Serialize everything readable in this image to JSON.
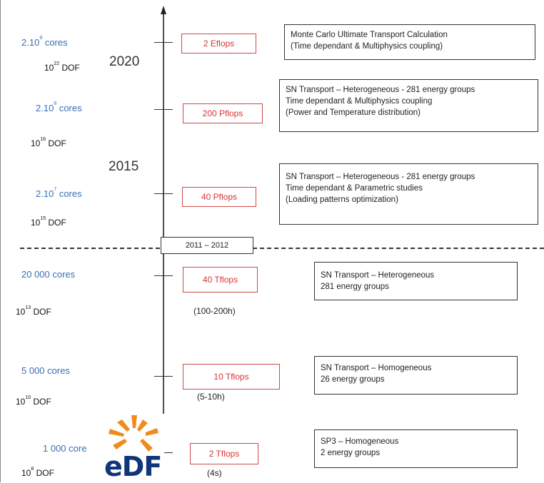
{
  "years": {
    "y2020": "2020",
    "y2015": "2015"
  },
  "period": "2011 – 2012",
  "rows": [
    {
      "cores_base": "2.10",
      "cores_exp": "9",
      "cores_tail": " cores",
      "dof_base": "10",
      "dof_exp": "22",
      "dof_tail": " DOF",
      "perf": "2 Eflops",
      "desc": [
        "Monte Carlo Ultimate Transport Calculation",
        "(Time dependant & Multiphysics coupling)"
      ]
    },
    {
      "cores_base": "2.10",
      "cores_exp": "8",
      "cores_tail": " cores",
      "dof_base": "10",
      "dof_exp": "16",
      "dof_tail": " DOF",
      "perf": "200 Pflops",
      "desc": [
        "SN Transport – Heterogeneous - 281 energy groups",
        "Time dependant & Multiphysics coupling",
        "(Power and Temperature distribution)"
      ]
    },
    {
      "cores_base": "2.10",
      "cores_exp": "7",
      "cores_tail": " cores",
      "dof_base": "10",
      "dof_exp": "15",
      "dof_tail": " DOF",
      "perf": "40 Pflops",
      "desc": [
        "SN Transport – Heterogeneous - 281 energy groups",
        "Time dependant & Parametric studies",
        "(Loading patterns optimization)"
      ]
    },
    {
      "cores": "20 000 cores",
      "dof_base": "10",
      "dof_exp": "13",
      "dof_tail": " DOF",
      "perf": "40 Tflops",
      "time": "(100-200h)",
      "desc": [
        "SN Transport – Heterogeneous",
        "281 energy groups"
      ]
    },
    {
      "cores": "5 000 cores",
      "dof_base": "10",
      "dof_exp": "10",
      "dof_tail": " DOF",
      "perf": "10 Tflops",
      "time": "(5-10h)",
      "desc": [
        "SN Transport – Homogeneous",
        "26 energy groups"
      ]
    },
    {
      "cores": "1 000 core",
      "dof_base": "10",
      "dof_exp": "8",
      "dof_tail": " DOF",
      "perf": "2 Tflops",
      "time": "(4s)",
      "desc": [
        "SP3 – Homogeneous",
        "2 energy groups"
      ]
    }
  ],
  "logo": {
    "text": "eDF",
    "icon": "edf-sun-logo-icon",
    "colors": {
      "orange": "#f08c1e",
      "blue": "#10367a"
    }
  },
  "colors": {
    "cores": "#3a6fb5",
    "perf": "#dd3333"
  }
}
